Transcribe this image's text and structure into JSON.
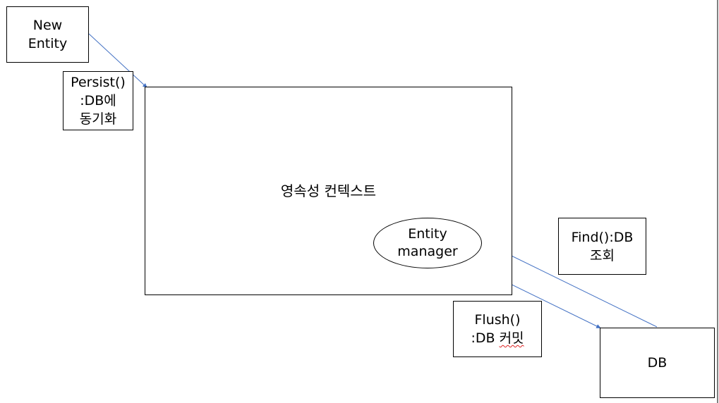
{
  "nodes": {
    "new_entity": {
      "line1": "New",
      "line2": "Entity"
    },
    "persistence_context": {
      "label": "영속성 컨텍스트"
    },
    "entity_manager": {
      "line1": "Entity",
      "line2": "manager"
    },
    "db": {
      "label": "DB"
    }
  },
  "notes": {
    "persist": {
      "line1": "Persist()",
      "line2": ":DB에",
      "line3": "동기화"
    },
    "find": {
      "line1": "Find():DB",
      "line2": "조회"
    },
    "flush": {
      "line1": "Flush()",
      "line2_prefix": ":DB ",
      "line2_word": "커밋"
    }
  },
  "colors": {
    "edge": "#4472c4",
    "border": "#000000",
    "misspell_underline": "#dd2222"
  }
}
